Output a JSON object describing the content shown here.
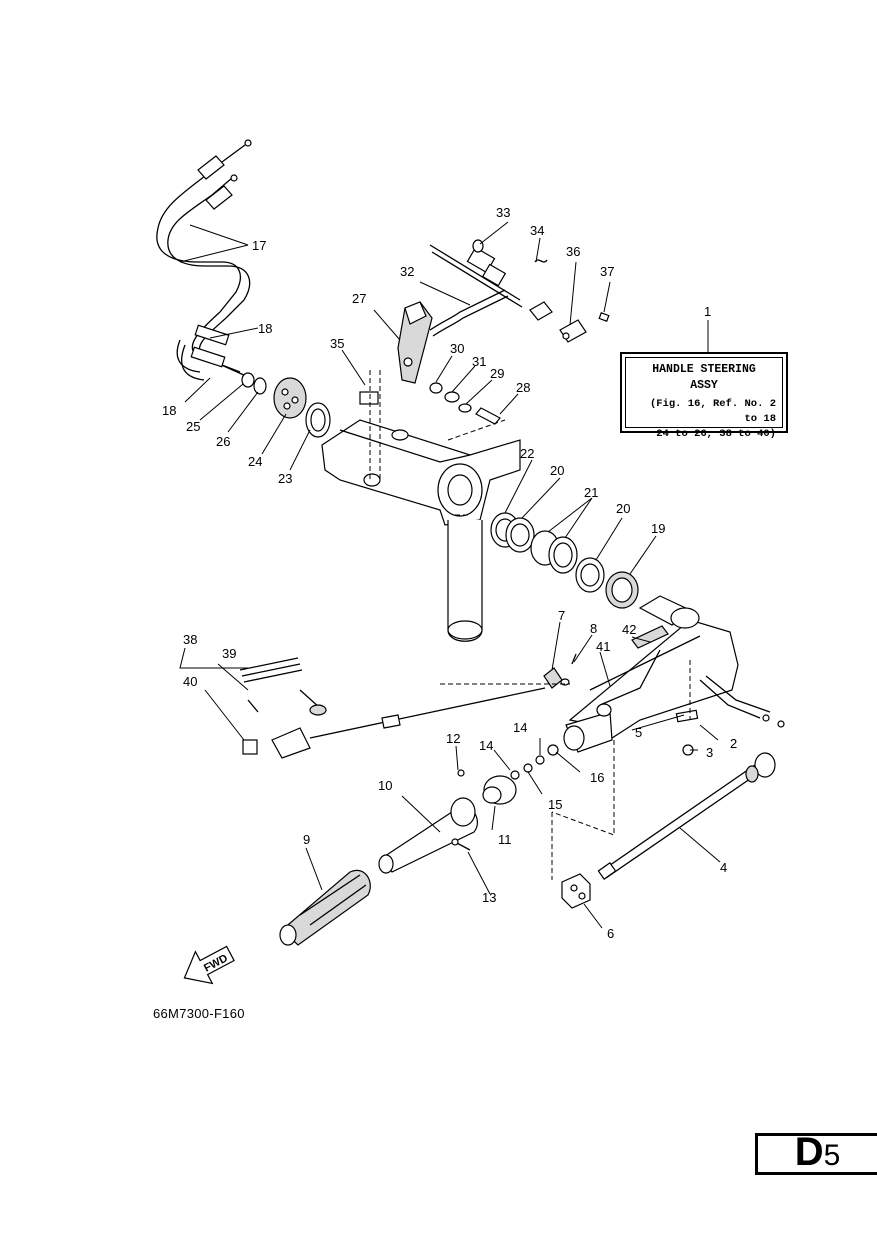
{
  "assembly": {
    "callout": "1",
    "title_line1": "HANDLE STEERING",
    "title_line2": "ASSY",
    "note_line1": "(Fig. 16, Ref. No. 2 to 18",
    "note_line2": "24 to 26, 38 to 40)"
  },
  "callouts": [
    "2",
    "3",
    "4",
    "5",
    "6",
    "7",
    "8",
    "9",
    "10",
    "11",
    "12",
    "13",
    "14",
    "14",
    "15",
    "16",
    "17",
    "18",
    "18",
    "19",
    "20",
    "20",
    "21",
    "22",
    "23",
    "24",
    "25",
    "26",
    "27",
    "28",
    "29",
    "30",
    "31",
    "32",
    "33",
    "34",
    "35",
    "36",
    "37",
    "38",
    "39",
    "40",
    "41",
    "42"
  ],
  "fwd_label": "FWD",
  "figure_code": "66M7300-F160",
  "page_code": {
    "letter": "D",
    "number": "5"
  }
}
